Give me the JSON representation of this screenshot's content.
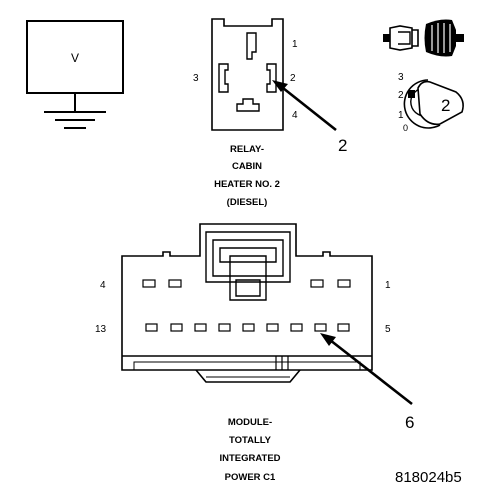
{
  "voltmeter": {
    "symbol": "V"
  },
  "relay": {
    "pins": {
      "p1": "1",
      "p2": "2",
      "p3": "3",
      "p4": "4"
    },
    "callout": "2",
    "caption": [
      "RELAY-",
      "CABIN",
      "HEATER NO. 2",
      "(DIESEL)"
    ]
  },
  "probe_icon": {
    "pins": {
      "p3": "3",
      "p2": "2",
      "p1": "1",
      "p0": "0"
    },
    "callout": "2"
  },
  "module": {
    "pins": {
      "top_left": "4",
      "top_right": "1",
      "bottom_left": "13",
      "bottom_right": "5"
    },
    "callout": "6",
    "caption": [
      "MODULE-",
      "TOTALLY",
      "INTEGRATED",
      "POWER C1"
    ]
  },
  "figure_id": "818024b5"
}
